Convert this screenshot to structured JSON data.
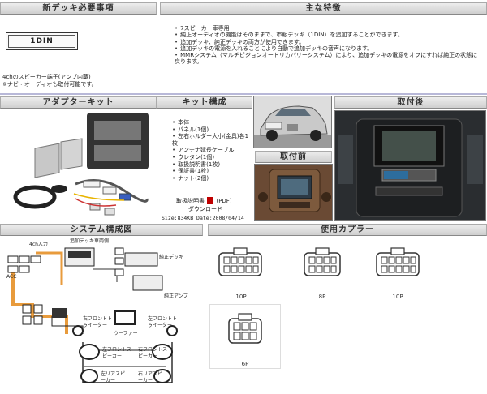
{
  "requirements": {
    "header": "新デッキ必要事項",
    "badge": "1DIN",
    "note1": "4chのスピーカー端子(アンプ内蔵)",
    "note2": "※ナビ・オーディオも取付可能です。"
  },
  "features": {
    "header": "主な特徴",
    "items": [
      "7スピーカー車専用",
      "純正オーディオの機能はそのままで、市販デッキ（1DIN）を追加することができます。",
      "追加デッキ、純正デッキの両方が使用できます。",
      "追加デッキの電源を入れることにより自動で追加デッキの音声になります。",
      "MMRシステム（マルチビジョンオートリカバリーシステム）により、追加デッキの電源をオフにすれば純正の状態に戻ります。"
    ]
  },
  "adapter_kit": {
    "header": "アダプターキット"
  },
  "kit_contents": {
    "header": "キット構成",
    "items": [
      "本体",
      "パネル(1個)",
      "左右ホルダー大小(金具)各1枚",
      "アンテナ延長ケーブル",
      "ウレタン(1個)",
      "取扱説明書(1枚)",
      "保証書(1枚)",
      "ナット(2個)"
    ],
    "manual_label": "取扱説明書",
    "pdf_label": "(PDF)",
    "download_label": "ダウンロード",
    "file_info": "Size:834KB Date:2008/04/14"
  },
  "before": {
    "label": "取付前"
  },
  "after": {
    "header": "取付後"
  },
  "system": {
    "header": "システム構成図",
    "labels": {
      "ch4_input": "4ch入力",
      "add_deck": "追加デッキ",
      "vehicle_side": "車両側",
      "stock_deck": "純正デッキ",
      "stock_amp": "純正アンプ",
      "acc": "ACC",
      "front_right_tweeter": "右フロントトゥイーター",
      "front_left_tweeter": "左フロントトゥイーター",
      "woofer": "ウーファー",
      "front_left_speaker": "左フロントスピーカー",
      "front_right_speaker": "右フロントスピーカー",
      "rear_left_speaker": "左リアスピーカー",
      "rear_right_speaker": "右リアスピーカー"
    }
  },
  "couplers": {
    "header": "使用カプラー",
    "items": [
      "10P",
      "8P",
      "10P",
      "6P"
    ]
  },
  "colors": {
    "header_bg": "#dcdcdc",
    "accent_red": "#c00000",
    "harness_orange": "#e89b3c"
  }
}
